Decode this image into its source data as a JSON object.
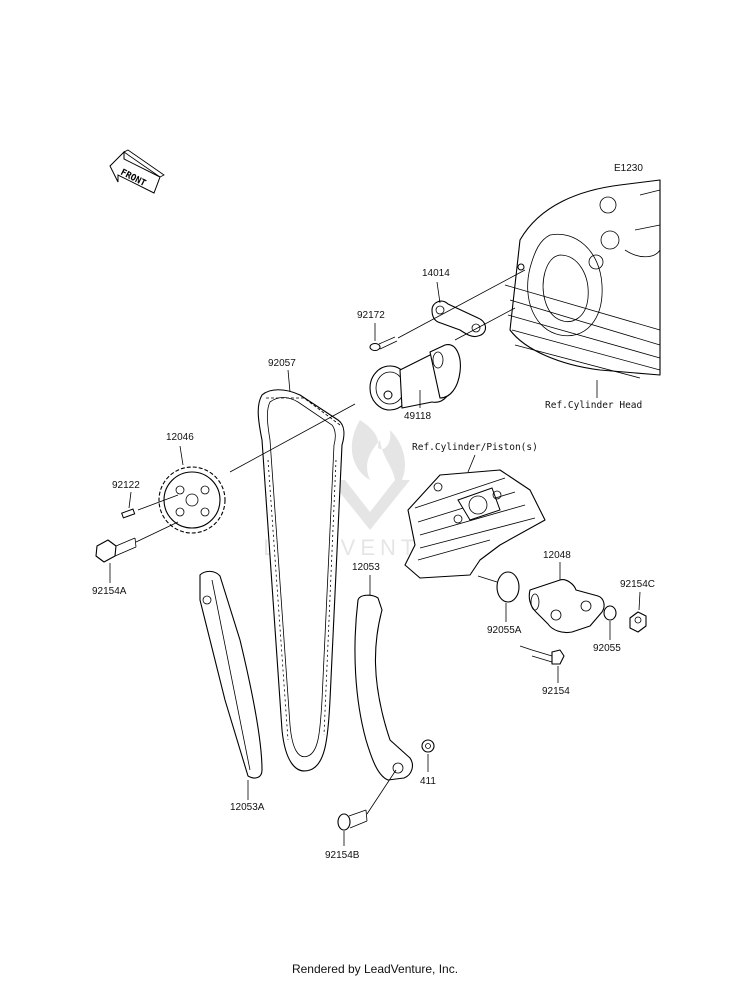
{
  "diagram_code": "E1230",
  "front_label": "FRONT",
  "watermark": "LEADVENTURE",
  "footer": "Rendered by LeadVenture, Inc.",
  "references": {
    "cylinder_head": "Ref.Cylinder Head",
    "cylinder_piston": "Ref.Cylinder/Piston(s)"
  },
  "parts": {
    "p14014": "14014",
    "p92172": "92172",
    "p92057": "92057",
    "p49118": "49118",
    "p12046": "12046",
    "p92122": "92122",
    "p92154A": "92154A",
    "p12053": "12053",
    "p12048": "12048",
    "p92154C": "92154C",
    "p92055A": "92055A",
    "p92055": "92055",
    "p92154": "92154",
    "p411": "411",
    "p12053A": "12053A",
    "p92154B": "92154B"
  }
}
